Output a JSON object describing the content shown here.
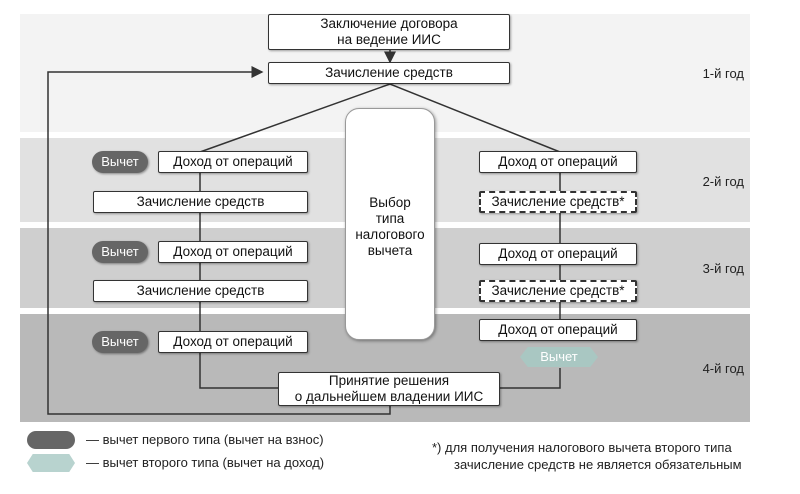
{
  "years": {
    "y1": "1-й год",
    "y2": "2-й год",
    "y3": "3-й год",
    "y4": "4-й год"
  },
  "top": {
    "contract_line1": "Заключение договора",
    "contract_line2": "на ведение ИИС",
    "deposit": "Зачисление средств"
  },
  "center": {
    "line1": "Выбор",
    "line2": "типа",
    "line3": "налогового",
    "line4": "вычета"
  },
  "left": {
    "deduction": "Вычет",
    "income": "Доход от операций",
    "deposit": "Зачисление средств"
  },
  "right": {
    "income": "Доход от операций",
    "deposit_optional": "Зачисление средств*",
    "deduction": "Вычет"
  },
  "bottom": {
    "decision_line1": "Принятие решения",
    "decision_line2": "о дальнейшем владении ИИС"
  },
  "legend": {
    "type1": "— вычет первого типа (вычет на взнос)",
    "type2": "— вычет второго типа (вычет на доход)"
  },
  "footnote": {
    "line1": "*)  для получения налогового вычета второго типа",
    "line2": "зачисление средств не является обязательным"
  },
  "colors": {
    "deduction_type1": "#666666",
    "deduction_type2": "#a9c7c2"
  }
}
